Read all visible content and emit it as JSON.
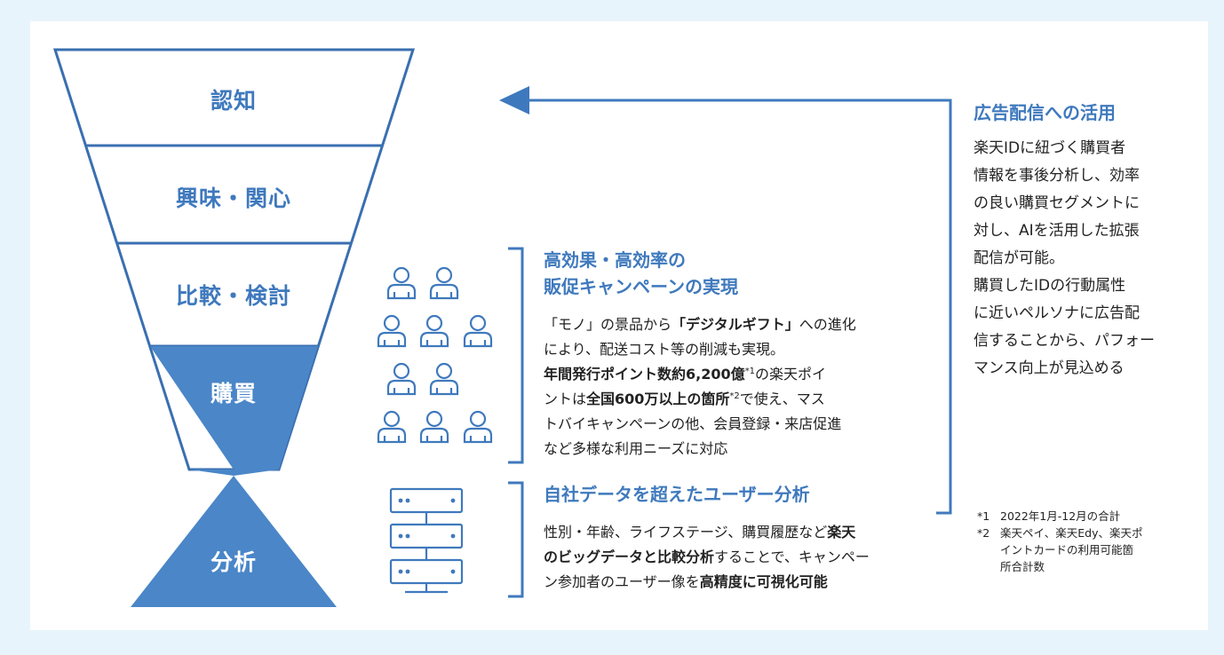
{
  "funnel": {
    "stages": [
      "認知",
      "興味・関心",
      "比較・検討",
      "購買",
      "分析"
    ],
    "colors": {
      "accent": "#3f79bd",
      "outline": "#3a6fb0",
      "filled": "#4a86c8",
      "text_dark": "#3f79bd",
      "text_light": "#ffffff"
    }
  },
  "icons": {
    "people": "people-icon",
    "servers": "server-rack-icon"
  },
  "section_campaign": {
    "heading": [
      "高効果・高効率の",
      "販促キャンペーンの実現"
    ],
    "p1": "「モノ」の景品から",
    "p1_bold": "「デジタルギフト」",
    "p2": "への進化",
    "line2": "により、配送コスト等の削減も実現。",
    "bold_points": "年間発行ポイント数約6,200億",
    "sup1": "*1",
    "p3": "の楽天ポイ",
    "p4": "ントは",
    "bold_places": "全国600万以上の箇所",
    "sup2": "*2",
    "p5": "で使え、マス",
    "line5": "トバイキャンペーンの他、会員登録・来店促進",
    "line6": "など多様な利用ニーズに対応"
  },
  "section_analysis": {
    "heading": "自社データを超えたユーザー分析",
    "p1": "性別・年齢、ライフステージ、購買履歴など",
    "p1_bold": "楽天",
    "p2_bold": "のビッグデータと比較分析",
    "p2": "することで、キャンペー",
    "p3": "ン参加者のユーザー像を",
    "p3_bold": "高精度に可視化可能"
  },
  "section_ads": {
    "heading": "広告配信への活用",
    "lines": [
      "楽天IDに紐づく購買者",
      "情報を事後分析し、効率",
      "の良い購買セグメントに",
      "対し、AIを活用した拡張",
      "配信が可能。",
      "購買したIDの行動属性",
      "に近いペルソナに広告配",
      "信することから、パフォー",
      "マンス向上が見込める"
    ]
  },
  "footnotes": {
    "n1_mark": "*1",
    "n1_text": "2022年1月-12月の合計",
    "n2_mark": "*2",
    "n2_line1": "楽天ペイ、楽天Edy、楽天ポ",
    "n2_line2": "イントカードの利用可能箇",
    "n2_line3": "所合計数"
  }
}
